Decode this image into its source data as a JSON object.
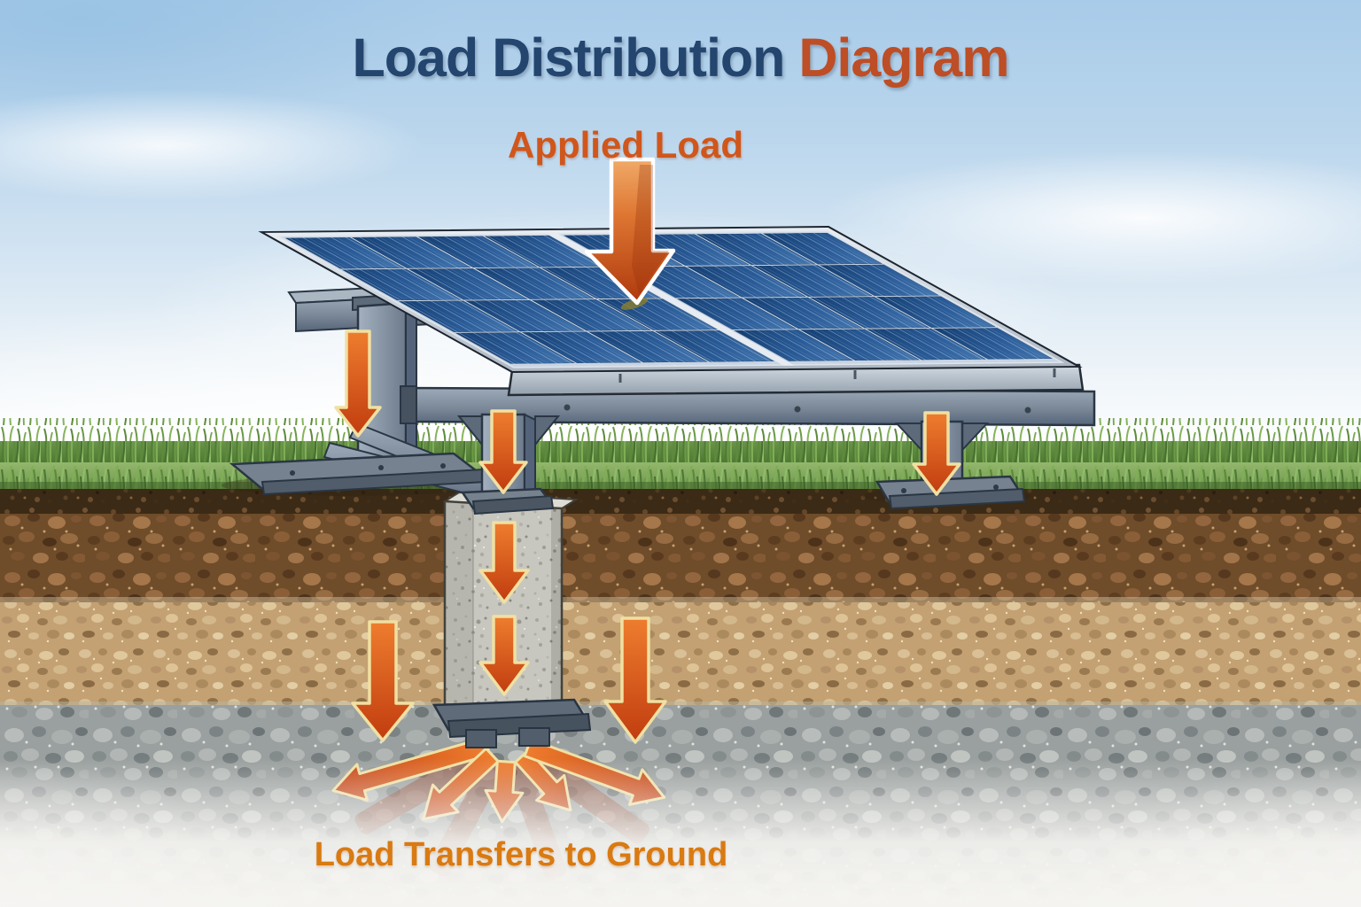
{
  "title": {
    "primary": "Load Distribution",
    "accent": "Diagram"
  },
  "labels": {
    "applied_load": "Applied Load",
    "load_transfers": "Load Transfers to Ground"
  },
  "scene": {
    "regions": [
      "sky",
      "solar-panel",
      "mounting-structure",
      "grass",
      "topsoil",
      "subsoil-rocky-brown",
      "gravel-tan",
      "gravel-gray",
      "concrete-pier"
    ],
    "arrow_icons": [
      "applied-load-arrow",
      "back-leg-load-arrow",
      "center-post-load-arrow",
      "front-leg-load-arrow",
      "pier-load-arrow-upper",
      "pier-load-arrow-lower",
      "soil-load-arrow-left",
      "soil-load-arrow-right",
      "ground-spread-arrows"
    ],
    "ground_spread_arrow_count": 5
  },
  "colors": {
    "title_primary": "#24456e",
    "title_accent": "#bd4e26",
    "applied_load_label": "#d0561b",
    "load_transfers_label": "#d97a12",
    "arrow_fill_top": "#ee7d2e",
    "arrow_fill_bottom": "#c13c0f",
    "arrow_outline_cream": "#f0e0a2",
    "applied_arrow_outline": "#ffffff",
    "panel_cell_blue": "#2a5b97",
    "metal_gray": "#7a8898",
    "concrete_gray": "#c8c7bf",
    "grass_green": "#6f9c4a",
    "topsoil_dark": "#3b2a16",
    "subsoil_brown": "#6f4c2a",
    "gravel_tan": "#c3a173",
    "gravel_gray": "#9aa09f",
    "sky_blue": "#a8cbe9"
  }
}
